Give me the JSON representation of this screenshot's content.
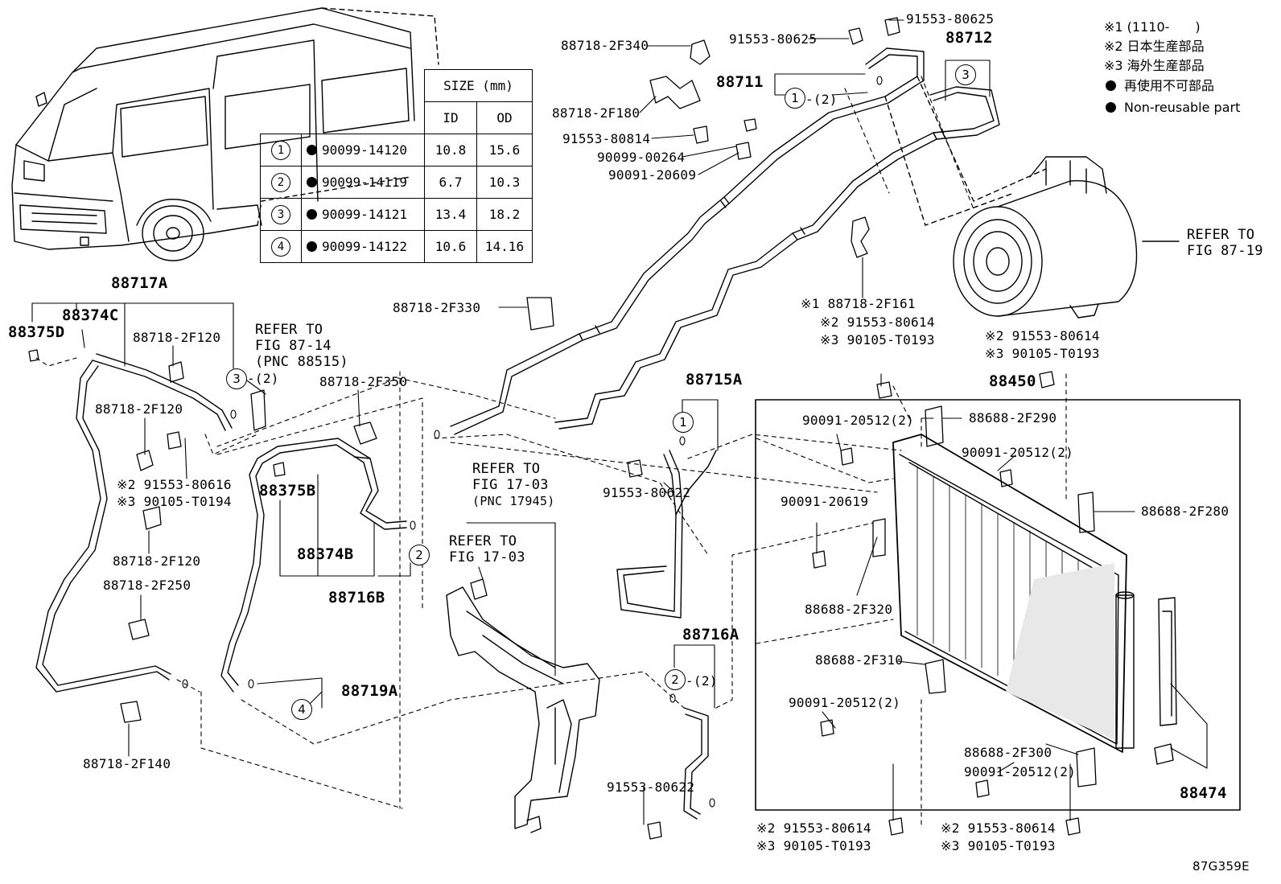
{
  "figure_code": "87G359E",
  "legend": {
    "note1": "※1 (1110-　　)",
    "note2": "※2 日本生産部品",
    "note3": "※3 海外生産部品",
    "nonreusable_jp": "再使用不可部品",
    "nonreusable_en": "Non-reusable part"
  },
  "size_table": {
    "header": "SIZE (mm)",
    "col_id": "ID",
    "col_od": "OD",
    "rows": [
      {
        "num": "1",
        "part": "90099-14120",
        "id": "10.8",
        "od": "15.6"
      },
      {
        "num": "2",
        "part": "90099-14119",
        "id": "6.7",
        "od": "10.3"
      },
      {
        "num": "3",
        "part": "90099-14121",
        "id": "13.4",
        "od": "18.2"
      },
      {
        "num": "4",
        "part": "90099-14122",
        "id": "10.6",
        "od": "14.16"
      }
    ]
  },
  "labels": {
    "p88718_2F340": "88718-2F340",
    "p91553_80625a": "91553-80625",
    "p91553_80625b": "91553-80625",
    "p88712": "88712",
    "p88711": "88711",
    "ref1_2": "-(2)",
    "p88718_2F180": "88718-2F180",
    "p91553_80814": "91553-80814",
    "p90099_00264": "90099-00264",
    "p90091_20609": "90091-20609",
    "refer_87_19_a": "REFER TO",
    "refer_87_19_b": "FIG 87-19",
    "p88717A": "88717A",
    "p88374C": "88374C",
    "p88375D": "88375D",
    "p88718_2F120a": "88718-2F120",
    "refer_87_14_a": "REFER TO",
    "refer_87_14_b": "FIG 87-14",
    "refer_87_14_c": "(PNC 88515)",
    "ref3_2": "-(2)",
    "p88718_2F330": "88718-2F330",
    "p88718_2F161": "※1 88718-2F161",
    "p91553_80614a": "※2 91553-80614",
    "p90105_T0193a": "※3 90105-T0193",
    "p91553_80614b": "※2 91553-80614",
    "p90105_T0193b": "※3 90105-T0193",
    "p88718_2F350": "88718-2F350",
    "p88718_2F120b": "88718-2F120",
    "p91553_80616": "※2 91553-80616",
    "p90105_T0194": "※3 90105-T0194",
    "p88375B": "88375B",
    "p88374B": "88374B",
    "p88716B": "88716B",
    "p88718_2F120c": "88718-2F120",
    "p88718_2F250": "88718-2F250",
    "refer_17_03a_a": "REFER TO",
    "refer_17_03a_b": "FIG 17-03",
    "refer_17_03a_c": "(PNC 17945)",
    "refer_17_03b_a": "REFER TO",
    "refer_17_03b_b": "FIG 17-03",
    "p88715A": "88715A",
    "p91553_80622a": "91553-80622",
    "p88450": "88450",
    "p90091_20512a": "90091-20512(2)",
    "p88688_2F290": "88688-2F290",
    "p90091_20512b": "90091-20512(2)",
    "p88688_2F280": "88688-2F280",
    "p90091_20619": "90091-20619",
    "p88688_2F320": "88688-2F320",
    "p88716A": "88716A",
    "ref2_2": "-(2)",
    "p88688_2F310": "88688-2F310",
    "p90091_20512c": "90091-20512(2)",
    "p88688_2F300": "88688-2F300",
    "p90091_20512d": "90091-20512(2)",
    "p88474": "88474",
    "p88719A": "88719A",
    "p88718_2F140": "88718-2F140",
    "p91553_80622b": "91553-80622",
    "p91553_80614c": "※2 91553-80614",
    "p90105_T0193c": "※3 90105-T0193",
    "p91553_80614d": "※2 91553-80614",
    "p90105_T0193d": "※3 90105-T0193"
  },
  "callouts": {
    "c1a": "1",
    "c3a": "3",
    "c3b": "3",
    "c2a": "2",
    "c1b": "1",
    "c2b": "2",
    "c4a": "4"
  }
}
